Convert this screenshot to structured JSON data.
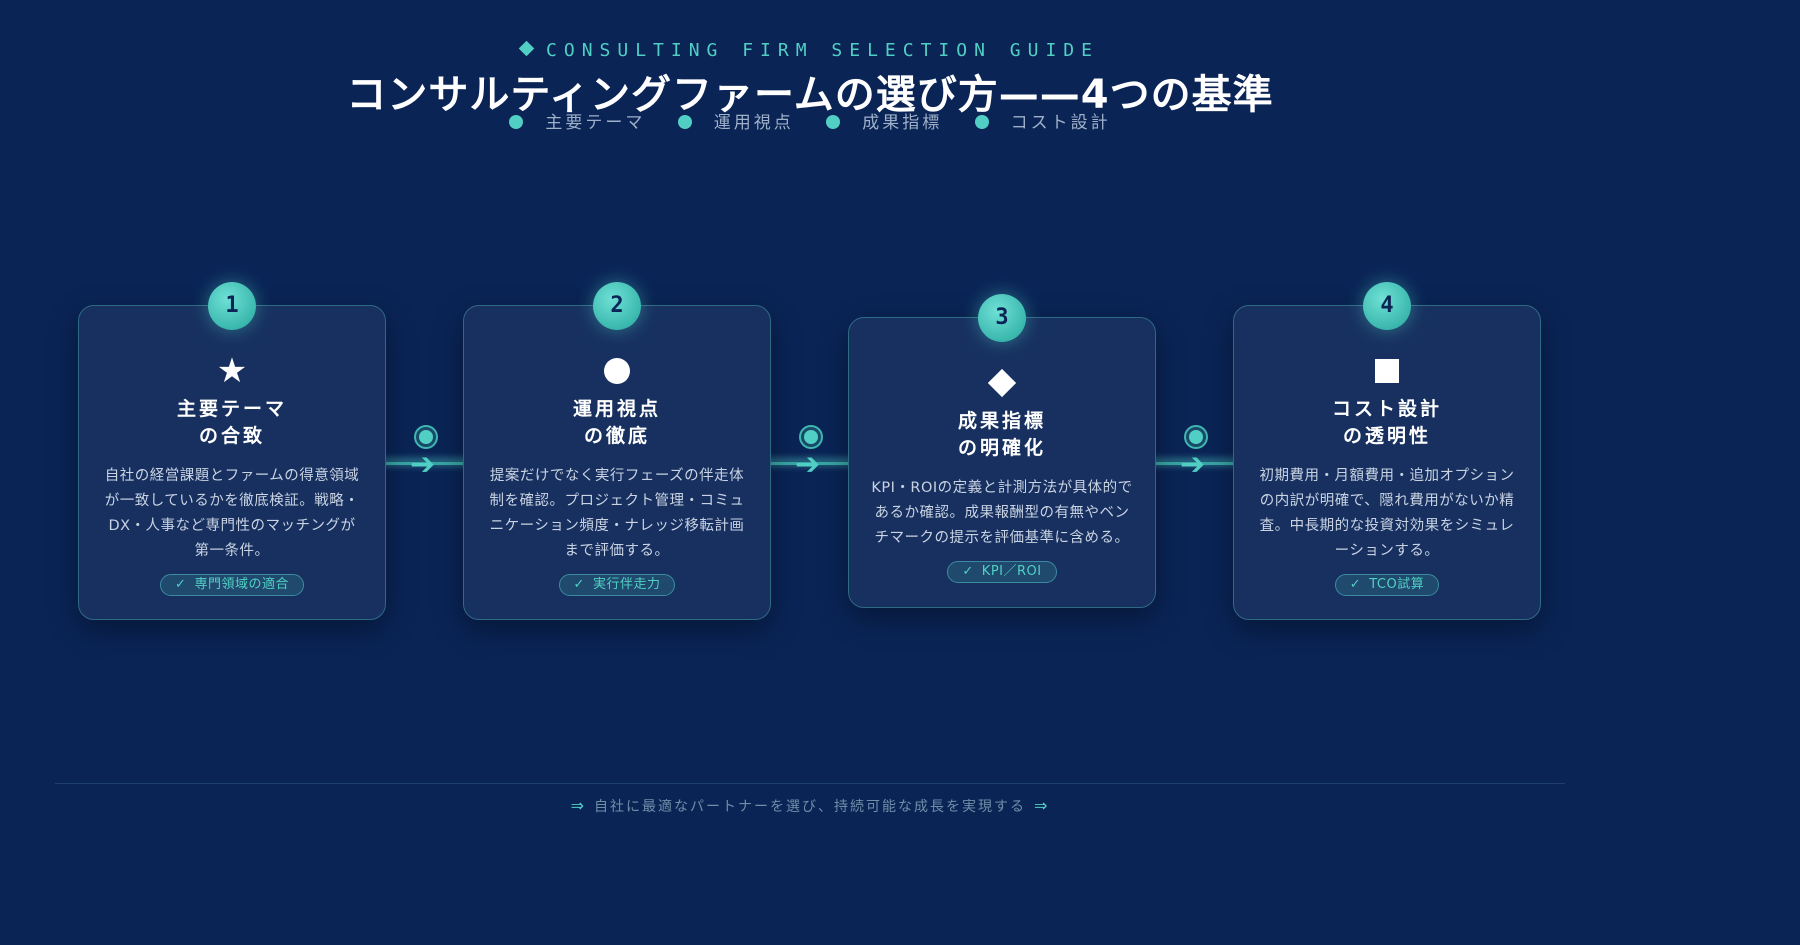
{
  "header": {
    "eyebrow": "CONSULTING FIRM SELECTION GUIDE",
    "title": "コンサルティングファームの選び方——4つの基準",
    "tags": [
      "主要テーマ",
      "運用視点",
      "成果指標",
      "コスト設計"
    ]
  },
  "colors": {
    "background": "#0a2456",
    "card": "#173060",
    "accent": "#52cfc4",
    "text": "#ffffff"
  },
  "steps": [
    {
      "number": "1",
      "icon": "star-icon",
      "title_line1": "主要テーマ",
      "title_line2": "の合致",
      "description": "自社の経営課題とファームの得意領域が一致しているかを徹底検証。戦略・DX・人事など専門性のマッチングが第一条件。",
      "check": "✓",
      "pill": "専門領域の適合"
    },
    {
      "number": "2",
      "icon": "circle-icon",
      "title_line1": "運用視点",
      "title_line2": "の徹底",
      "description": "提案だけでなく実行フェーズの伴走体制を確認。プロジェクト管理・コミュニケーション頻度・ナレッジ移転計画まで評価する。",
      "check": "✓",
      "pill": "実行伴走力"
    },
    {
      "number": "3",
      "icon": "diamond-icon",
      "title_line1": "成果指標",
      "title_line2": "の明確化",
      "description": "KPI・ROIの定義と計測方法が具体的であるか確認。成果報酬型の有無やベンチマークの提示を評価基準に含める。",
      "check": "✓",
      "pill": "KPI／ROI"
    },
    {
      "number": "4",
      "icon": "square-icon",
      "title_line1": "コスト設計",
      "title_line2": "の透明性",
      "description": "初期費用・月額費用・追加オプションの内訳が明確で、隠れ費用がないか精査。中長期的な投資対効果をシミュレーションする。",
      "check": "✓",
      "pill": "TCO試算"
    }
  ],
  "footer": {
    "arrow_left": "⇒",
    "text": "自社に最適なパートナーを選び、持続可能な成長を実現する",
    "arrow_right": "⇒"
  }
}
